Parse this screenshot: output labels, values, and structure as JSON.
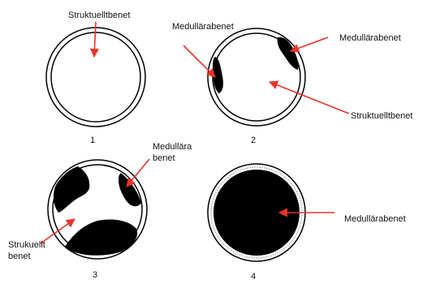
{
  "colors": {
    "arrow": "#e8352b",
    "outline": "#000000",
    "fill": "#000000",
    "background": "#ffffff"
  },
  "panels": [
    {
      "number": "1",
      "labels": [
        "Struktuelltbenet"
      ]
    },
    {
      "number": "2",
      "labels": [
        "Medullärabenet",
        "Medullärabenet",
        "Struktuelltbenet"
      ]
    },
    {
      "number": "3",
      "labels": [
        "Medullära",
        "benet",
        "Strukuellt",
        "benet"
      ]
    },
    {
      "number": "4",
      "labels": [
        "Medullärabenet"
      ]
    }
  ]
}
